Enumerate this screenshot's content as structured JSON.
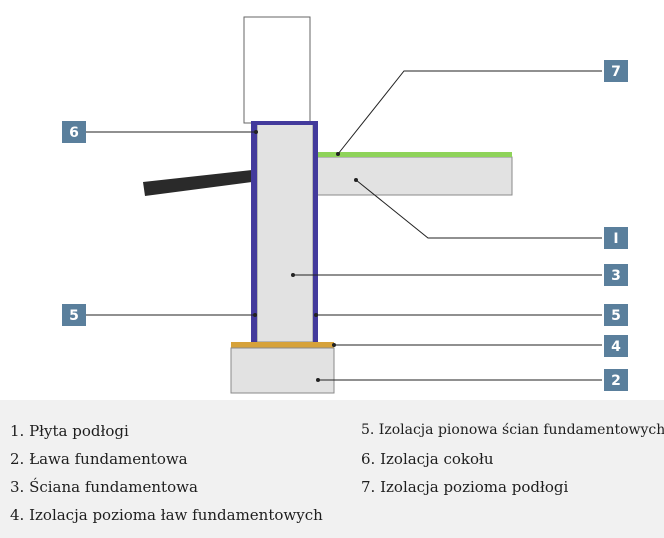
{
  "badges": {
    "b1": "I",
    "b2": "2",
    "b3": "3",
    "b4": "4",
    "b5_left": "5",
    "b5_right": "5",
    "b6": "6",
    "b7": "7"
  },
  "legend": {
    "item1": "1. Płyta podłogi",
    "item2": "2. Ława fundamentowa",
    "item3": "3. Ściana fundamentowa",
    "item4": "4. Izolacja pozioma ław fundamentowych",
    "item5": "5. Izolacja pionowa ścian fundamentowych",
    "item6": "6. Izolacja cokołu",
    "item7": "7. Izolacja pozioma podłogi"
  },
  "colors": {
    "badge": "#5a7f9c",
    "concrete": "#e2e2e2",
    "vertical_insulation": "#433a9c",
    "horizontal_footing_insulation": "#d6a23a",
    "floor_insulation": "#8fd35a",
    "ground_pipe": "#2a2a2a",
    "legend_background": "#f1f1f1"
  }
}
